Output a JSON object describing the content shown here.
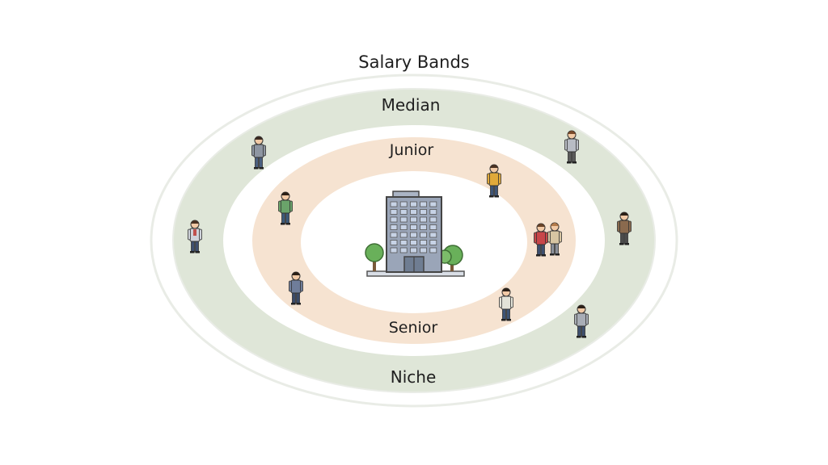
{
  "diagram": {
    "title": "Salary Bands",
    "rings": [
      {
        "id": "outer",
        "top_label": "Median",
        "bottom_label": "Niche",
        "fill": "#dfe6d8"
      },
      {
        "id": "inner",
        "top_label": "Junior",
        "bottom_label": "Senior",
        "fill": "#f6e3d1"
      }
    ],
    "center": {
      "icon": "office-building-icon"
    },
    "people_icon": "person-icon",
    "colors": {
      "outer_band": "#dfe6d8",
      "inner_band": "#f6e3d1",
      "outline": "#e9ece6",
      "building": "#9aa5b8",
      "window": "#c7d3e6",
      "tree": "#69b05a",
      "text": "#1f1f1f"
    }
  }
}
